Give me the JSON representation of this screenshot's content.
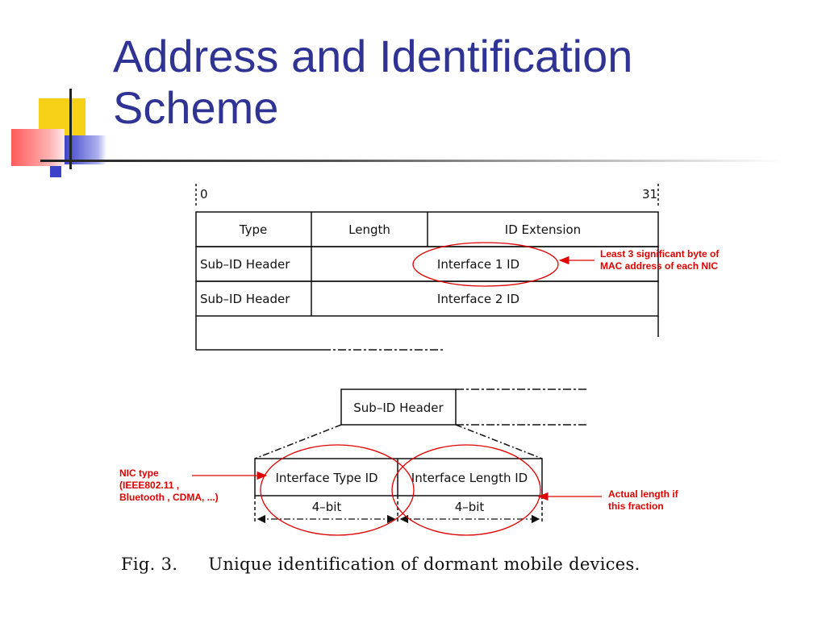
{
  "slide": {
    "title_line1": "Address and Identification",
    "title_line2": "Scheme",
    "accent_color": "#2f3394",
    "annotation_color": "#e00000"
  },
  "top_diagram": {
    "scale_start": "0",
    "scale_end": "31",
    "header_row": [
      "Type",
      "Length",
      "ID Extension"
    ],
    "rows": [
      {
        "label": "Sub–ID Header",
        "value": "Interface 1 ID"
      },
      {
        "label": "Sub–ID Header",
        "value": "Interface 2 ID"
      }
    ]
  },
  "bottom_diagram": {
    "header_box": "Sub–ID Header",
    "fields": [
      {
        "label": "Interface Type ID",
        "bits": "4–bit"
      },
      {
        "label": "Interface Length ID",
        "bits": "4–bit"
      }
    ]
  },
  "annotations": {
    "mac_line1": "Least 3 significant byte of",
    "mac_line2": "MAC address of each NIC",
    "nic_line1": "NIC type",
    "nic_line2": "(IEEE802.11 ,",
    "nic_line3": "Bluetooth , CDMA, ...)",
    "len_line1": "Actual length if",
    "len_line2": "this fraction"
  },
  "caption": {
    "fig_label": "Fig. 3.",
    "text": "Unique identification of dormant mobile devices."
  }
}
